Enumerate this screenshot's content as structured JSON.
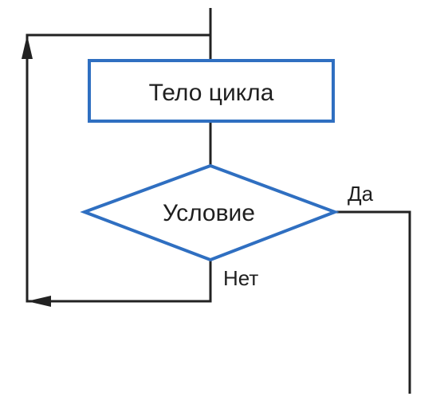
{
  "nodes": {
    "loop_body": {
      "label": "Тело цикла"
    },
    "condition": {
      "label": "Условие"
    }
  },
  "edges": {
    "yes": {
      "label": "Да"
    },
    "no": {
      "label": "Нет"
    }
  },
  "colors": {
    "shape_stroke": "#2f6fc1",
    "line": "#222222",
    "text": "#1f1f1f",
    "background": "#ffffff"
  }
}
